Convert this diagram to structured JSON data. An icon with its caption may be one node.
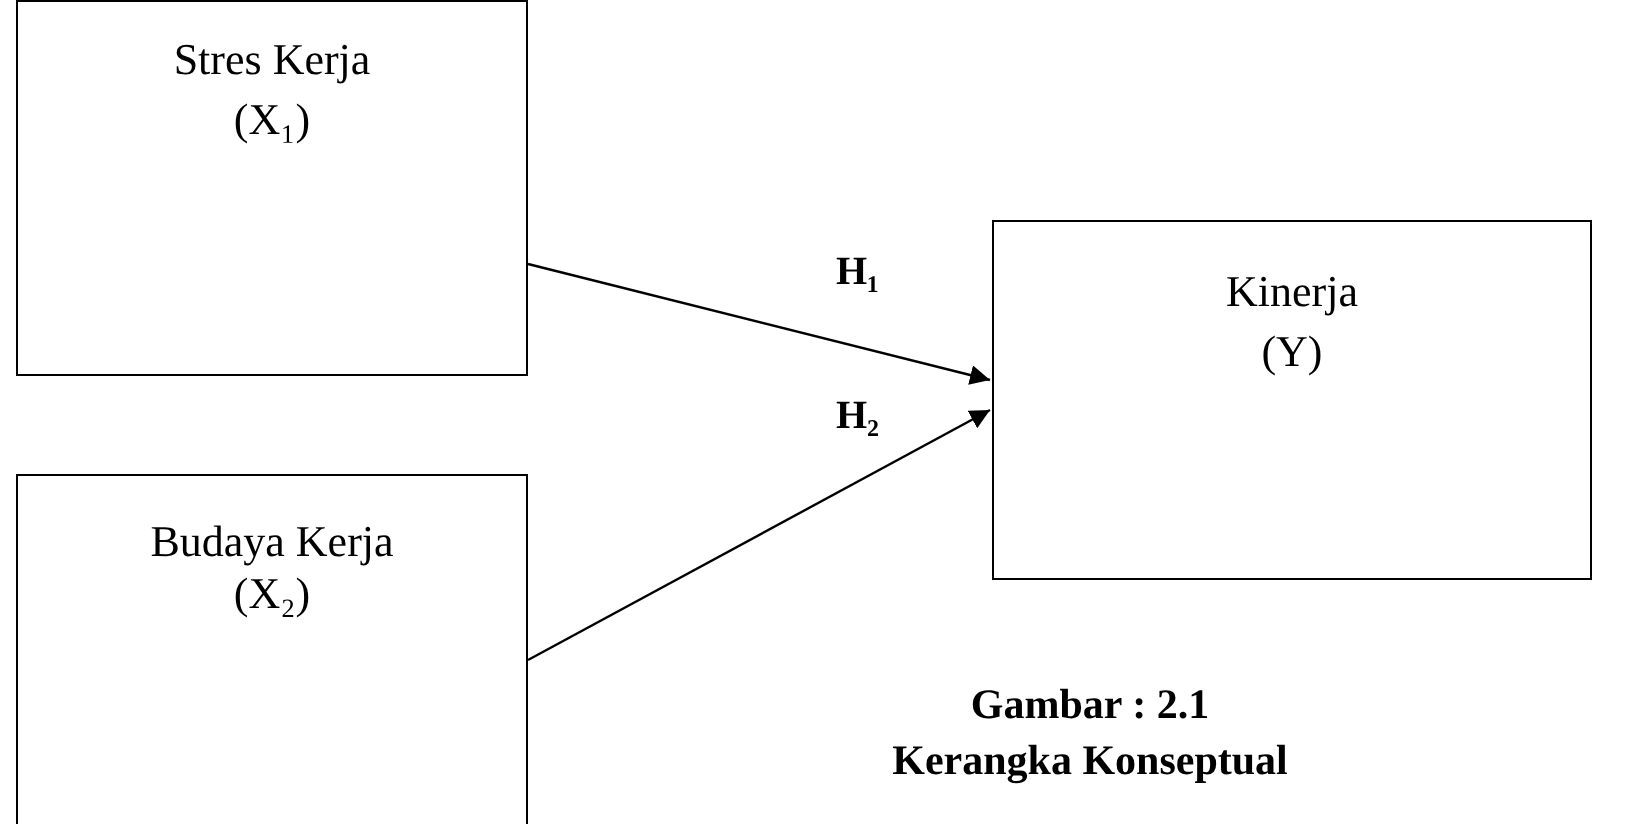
{
  "diagram": {
    "caption": "Gambar : 2.1 Kerangka Konseptual",
    "nodes": [
      {
        "text": [
          "Stres Kerja",
          "(X₁)"
        ]
      },
      {
        "text": [
          "Kinerja",
          "(Y)"
        ]
      },
      {
        "text": [
          "Budaya Kerja",
          "(X₂)"
        ]
      }
    ],
    "edges": [
      {
        "from": 0,
        "to": 1,
        "arrow": "to"
      },
      {
        "from": 2,
        "to": 1,
        "arrow": "to"
      }
    ],
    "labels": [
      "H₁",
      "H₂"
    ]
  }
}
